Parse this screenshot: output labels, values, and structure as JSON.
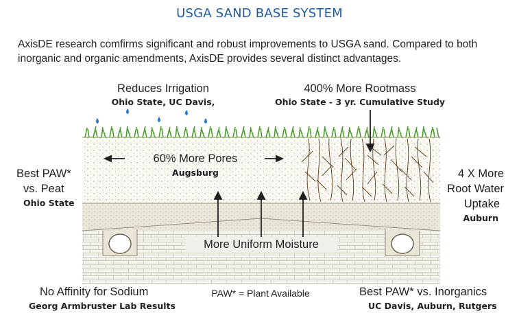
{
  "title": "USGA SAND BASE SYSTEM",
  "intro": "AxisDE research comfirms significant and robust improvements to USGA sand. Compared to both inorganic and organic amendments, AxisDE provides several distinct advantages.",
  "callouts": {
    "irrigation": {
      "label": "Reduces Irrigation",
      "source": "Ohio State, UC Davis,"
    },
    "rootmass": {
      "label": "400% More Rootmass",
      "source": "Ohio State - 3 yr. Cumulative Study"
    },
    "pores": {
      "label": "60% More Pores",
      "source": "Augsburg"
    },
    "paw_peat": {
      "line1": "Best PAW*",
      "line2": "vs. Peat",
      "source": "Ohio State"
    },
    "root_water": {
      "line1": "4 X More",
      "line2": "Root Water",
      "line3": "Uptake",
      "source": "Auburn"
    },
    "moisture": {
      "label": "More Uniform Moisture"
    },
    "sodium": {
      "label": "No Affinity for Sodium",
      "source": "Georg Armbruster Lab Results"
    },
    "paw_def": {
      "label": "PAW* = Plant Available"
    },
    "paw_inorganics": {
      "label": "Best PAW* vs. Inorganics",
      "source": "UC Davis, Auburn, Rutgers"
    }
  },
  "colors": {
    "title": "#1f5b9e",
    "grass": "#4e9a2e",
    "water": "#2a78c8",
    "root": "#5b3a1e",
    "sand": "#f7f4ec",
    "gravel": "#e6e2d3",
    "base": "#eeece6"
  }
}
